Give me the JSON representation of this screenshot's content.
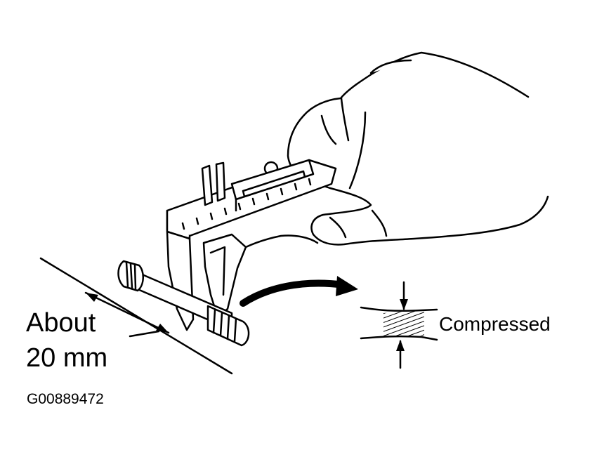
{
  "labels": {
    "distance_line1": "About",
    "distance_line2": "20 mm",
    "state": "Compressed",
    "figure_id": "G00889472"
  },
  "colors": {
    "ink": "#000000",
    "paper": "#ffffff"
  },
  "icons": [
    "hand-icon",
    "caliper-icon",
    "bolt-icon",
    "curved-arrow-icon",
    "compressed-gap-icon"
  ]
}
